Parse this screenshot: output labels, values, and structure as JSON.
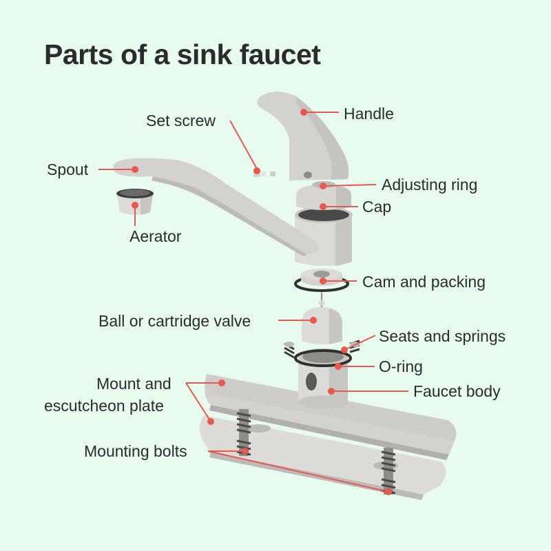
{
  "title": "Parts of a sink faucet",
  "labels": {
    "handle": "Handle",
    "set_screw": "Set screw",
    "spout": "Spout",
    "aerator": "Aerator",
    "adjusting_ring": "Adjusting ring",
    "cap": "Cap",
    "cam_and_packing": "Cam and packing",
    "ball_valve": "Ball or cartridge valve",
    "seats_and_springs": "Seats and springs",
    "o_ring": "O-ring",
    "faucet_body": "Faucet body",
    "mount_plate_line1": "Mount and",
    "mount_plate_line2": "escutcheon plate",
    "mounting_bolts": "Mounting bolts"
  },
  "colors": {
    "background": "#e7fbef",
    "part_light": "#dcdbd8",
    "part_mid": "#c9c7c3",
    "part_dark": "#b2b0ac",
    "dark_detail": "#3d3d3d",
    "leader_line": "#e8584e",
    "text": "#2b2b2b"
  }
}
